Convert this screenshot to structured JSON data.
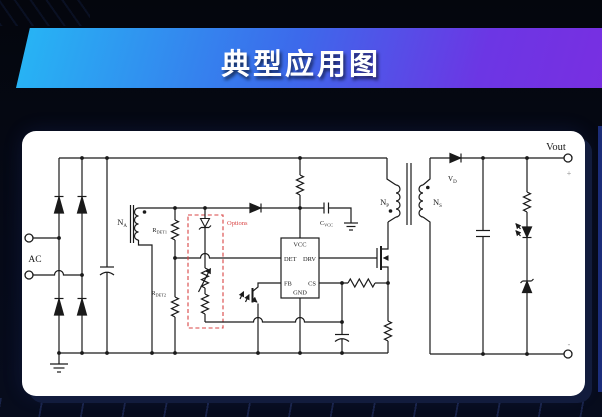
{
  "title": "典型应用图",
  "colors": {
    "background": "#05070f",
    "panel": "#ffffff",
    "banner_gradient": [
      "#27b3f4",
      "#3c6aeb",
      "#7d2ce0"
    ],
    "accent_red": "#d94444",
    "line": "#1a1a1a"
  },
  "circuit": {
    "ac_label": "AC",
    "vout_label": "Vout",
    "plus_sign": "+",
    "minus_sign": "-",
    "options_label": "Options",
    "ic": {
      "pins": {
        "vcc": "VCC",
        "det": "DET",
        "drv": "DRV",
        "fb": "FB",
        "cs": "CS",
        "gnd": "GND"
      }
    },
    "labels": {
      "aux_winding": {
        "main": "N",
        "sub": "A"
      },
      "r_det1": {
        "main": "R",
        "sub": "DET1"
      },
      "r_det2": {
        "main": "R",
        "sub": "DET2"
      },
      "c_vcc": {
        "main": "C",
        "sub": "VCC"
      },
      "primary_winding": {
        "main": "N",
        "sub": "P"
      },
      "secondary_winding": {
        "main": "N",
        "sub": "S"
      },
      "output_diode": {
        "main": "V",
        "sub": "D"
      }
    }
  }
}
